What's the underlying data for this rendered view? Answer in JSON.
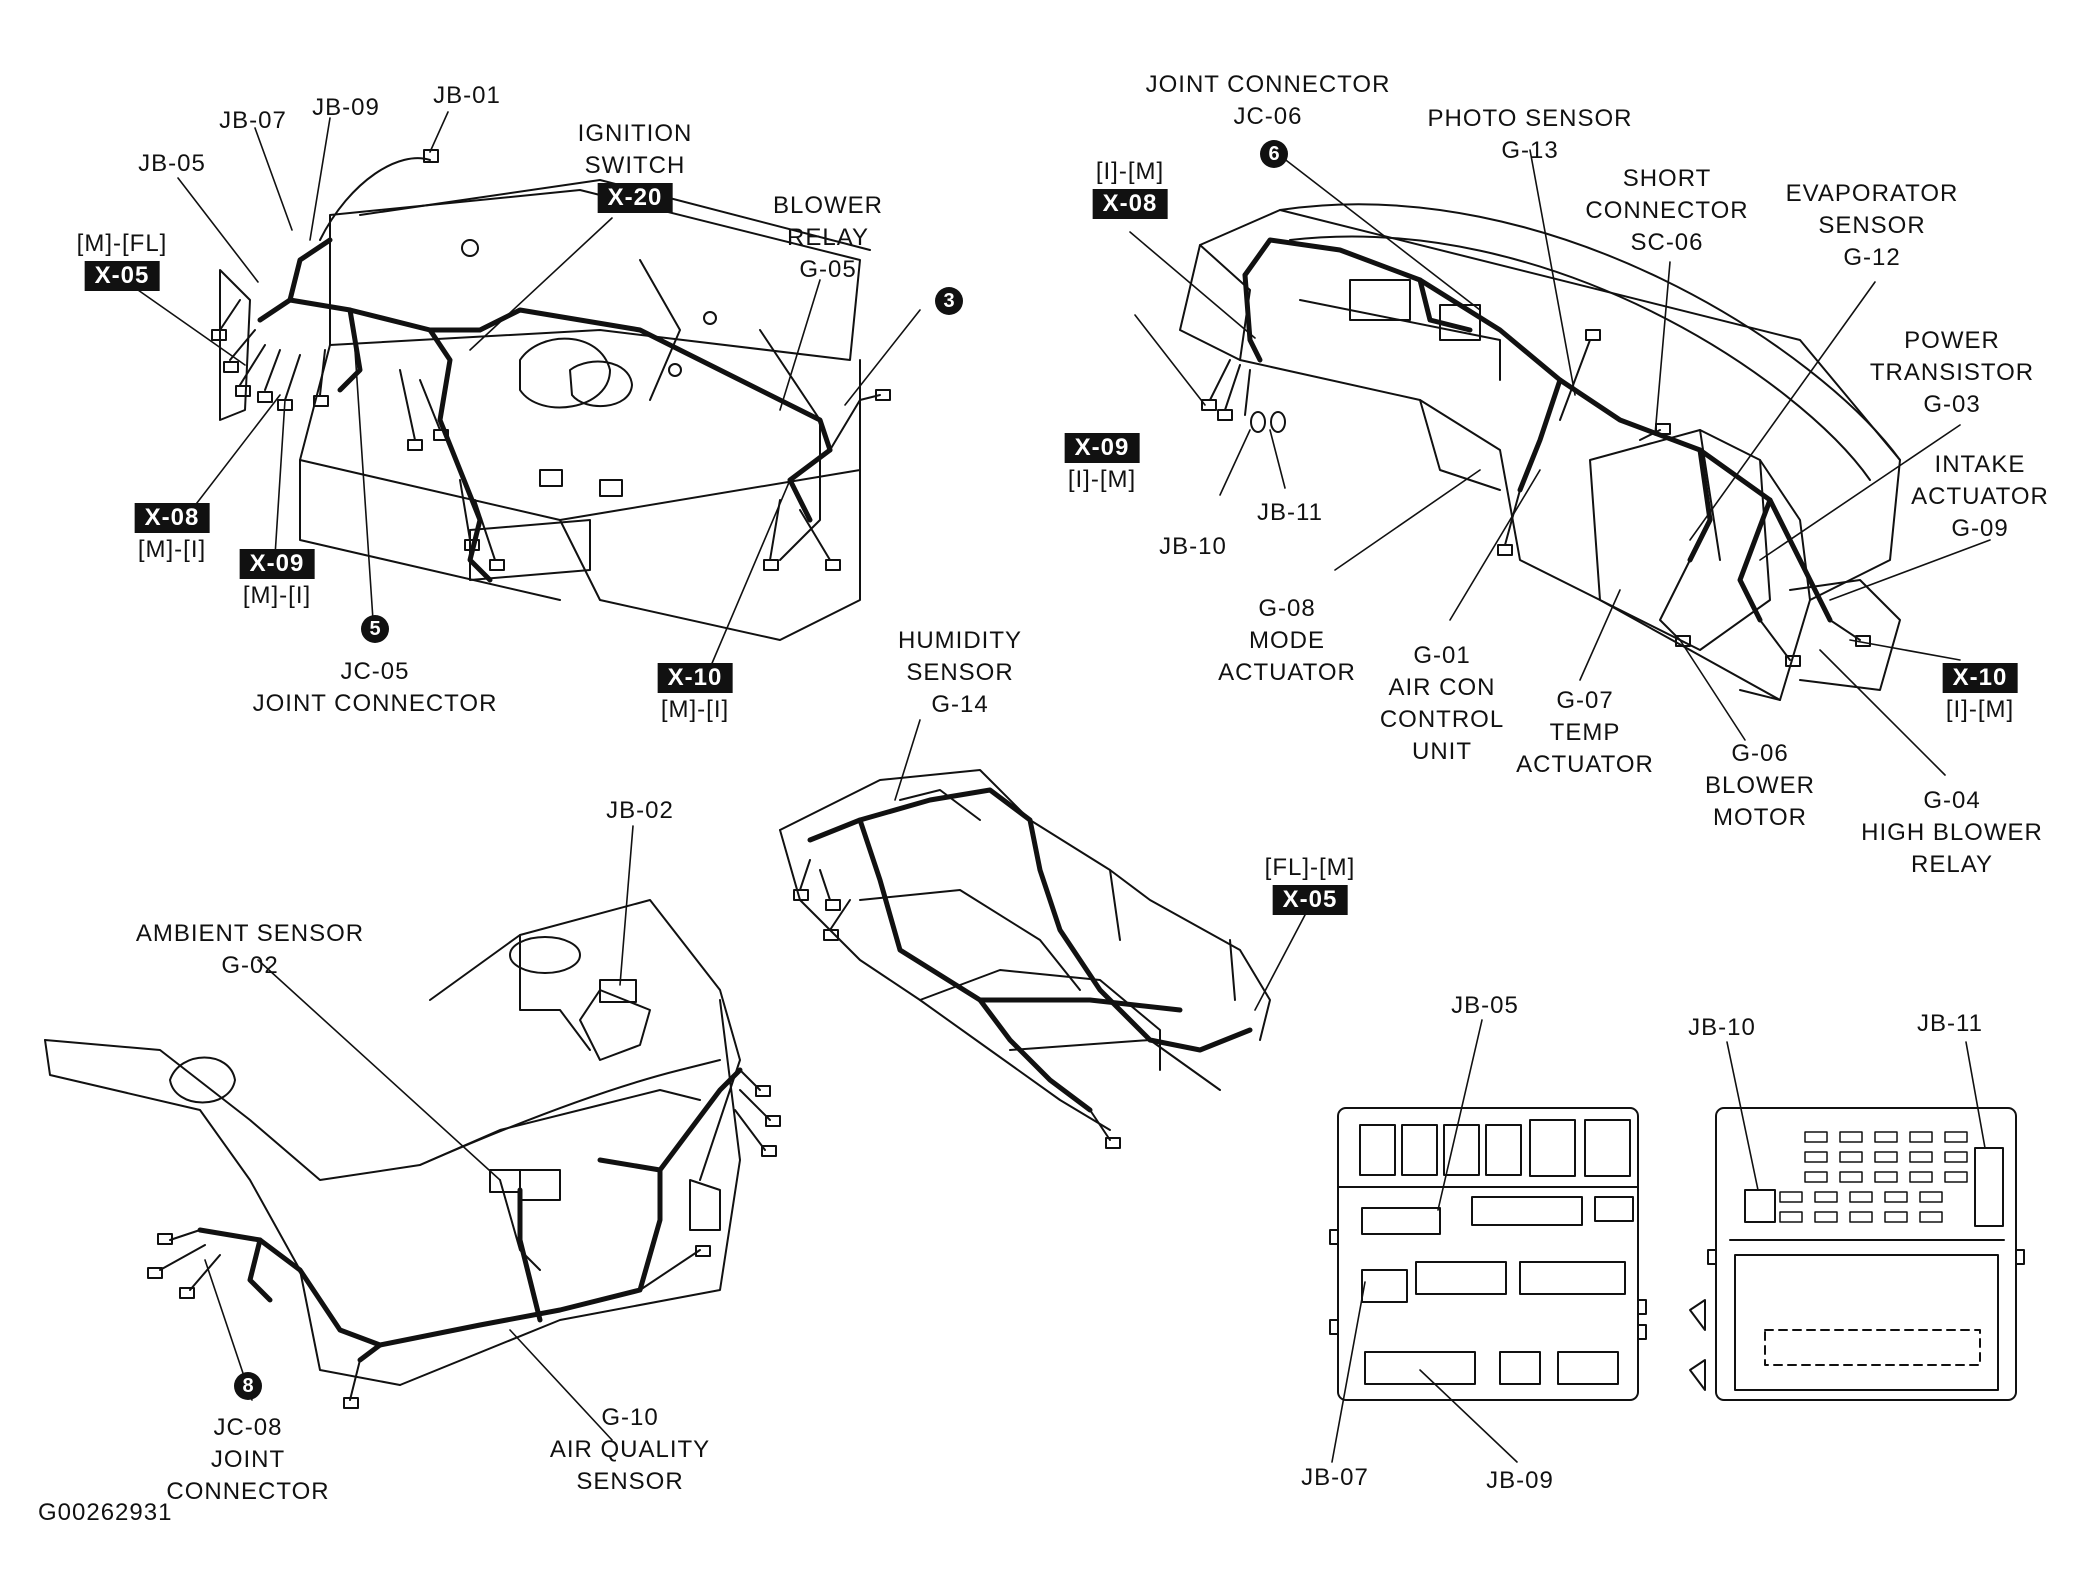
{
  "figure_id": "G00262931",
  "quadrant_top_left": {
    "labels": {
      "jb01": "JB-01",
      "jb07": "JB-07",
      "jb09": "JB-09",
      "jb05": "JB-05",
      "ignition_line1": "IGNITION",
      "ignition_line2": "SWITCH",
      "blower_line1": "BLOWER",
      "blower_line2": "RELAY",
      "blower_line3": "G-05",
      "m_fl": "[M]-[FL]",
      "m_i_1": "[M]-[I]",
      "m_i_2": "[M]-[I]",
      "m_i_3": "[M]-[I]",
      "jc05_line1": "JC-05",
      "jc05_line2": "JOINT CONNECTOR"
    },
    "tags": {
      "x20": "X-20",
      "x05": "X-05",
      "x08": "X-08",
      "x09": "X-09",
      "x10": "X-10"
    },
    "numbers": {
      "n3": "3",
      "n5": "5"
    }
  },
  "quadrant_top_right": {
    "labels": {
      "jc06_line1": "JOINT CONNECTOR",
      "jc06_line2": "JC-06",
      "photo_line1": "PHOTO SENSOR",
      "photo_line2": "G-13",
      "i_m_1": "[I]-[M]",
      "i_m_2": "[I]-[M]",
      "i_m_3": "[I]-[M]",
      "short_line1": "SHORT",
      "short_line2": "CONNECTOR",
      "short_line3": "SC-06",
      "evap_line1": "EVAPORATOR",
      "evap_line2": "SENSOR",
      "evap_line3": "G-12",
      "power_line1": "POWER",
      "power_line2": "TRANSISTOR",
      "power_line3": "G-03",
      "intake_line1": "INTAKE",
      "intake_line2": "ACTUATOR",
      "intake_line3": "G-09",
      "jb10": "JB-10",
      "jb11": "JB-11",
      "mode_line1": "G-08",
      "mode_line2": "MODE",
      "mode_line3": "ACTUATOR",
      "aircon_line1": "G-01",
      "aircon_line2": "AIR CON",
      "aircon_line3": "CONTROL",
      "aircon_line4": "UNIT",
      "temp_line1": "G-07",
      "temp_line2": "TEMP",
      "temp_line3": "ACTUATOR",
      "blowerm_line1": "G-06",
      "blowerm_line2": "BLOWER",
      "blowerm_line3": "MOTOR",
      "hbr_line1": "G-04",
      "hbr_line2": "HIGH BLOWER",
      "hbr_line3": "RELAY"
    },
    "tags": {
      "x08": "X-08",
      "x09": "X-09",
      "x10": "X-10"
    },
    "numbers": {
      "n6": "6"
    }
  },
  "quadrant_center": {
    "labels": {
      "humidity_line1": "HUMIDITY",
      "humidity_line2": "SENSOR",
      "humidity_line3": "G-14",
      "fl_m": "[FL]-[M]"
    },
    "tags": {
      "x05": "X-05"
    }
  },
  "quadrant_bottom_left": {
    "labels": {
      "jb02": "JB-02",
      "ambient_line1": "AMBIENT SENSOR",
      "ambient_line2": "G-02",
      "jc08_line1": "JC-08",
      "jc08_line2": "JOINT",
      "jc08_line3": "CONNECTOR",
      "aq_line1": "G-10",
      "aq_line2": "AIR QUALITY",
      "aq_line3": "SENSOR"
    },
    "numbers": {
      "n8": "8"
    }
  },
  "quadrant_bottom_right": {
    "labels": {
      "jb05": "JB-05",
      "jb10": "JB-10",
      "jb11": "JB-11",
      "jb07": "JB-07",
      "jb09": "JB-09"
    }
  }
}
